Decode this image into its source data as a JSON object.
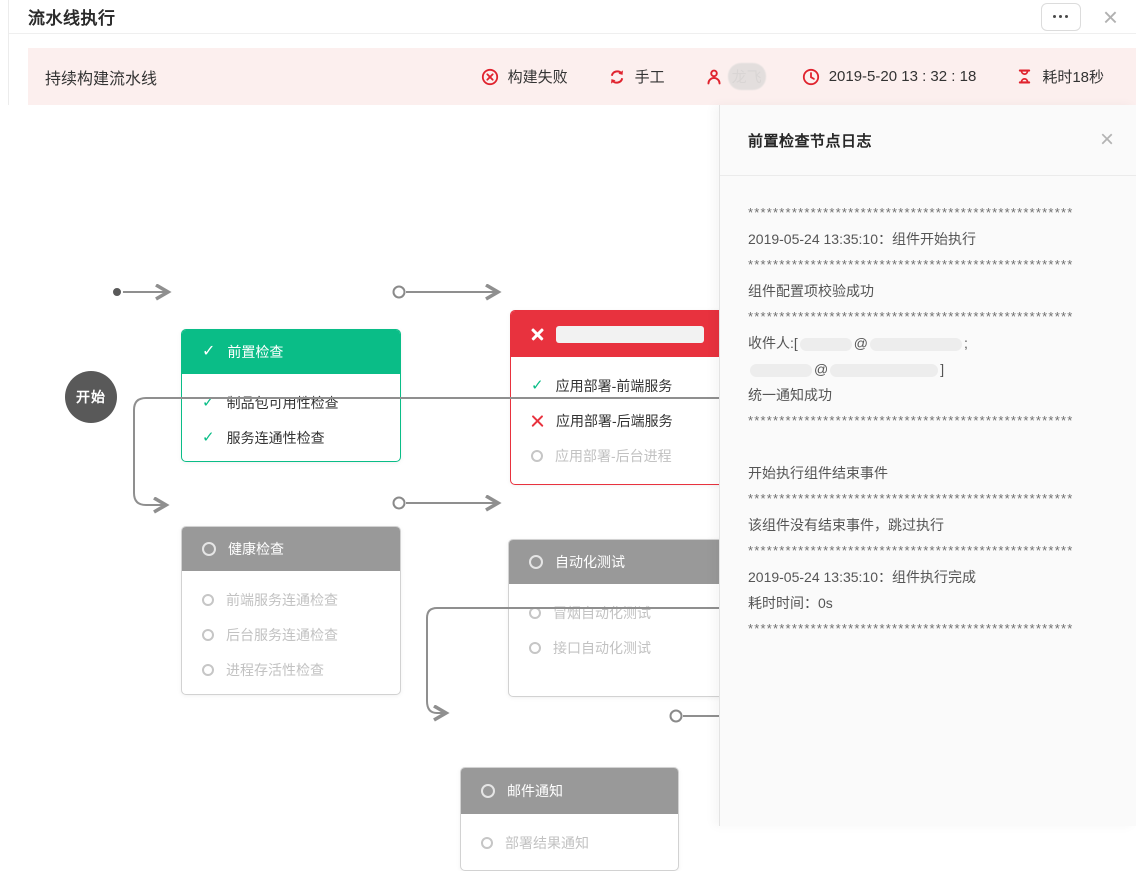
{
  "window": {
    "title": "流水线执行",
    "icons": {
      "more": "ellipsis-icon",
      "close": "close-icon"
    }
  },
  "status_bar": {
    "pipeline_name": "持续构建流水线",
    "result": {
      "label": "构建失败",
      "status": "failed",
      "icon": "circle-x-icon"
    },
    "trigger": {
      "label": "手工",
      "icon": "refresh-icon"
    },
    "user": {
      "name": "龙飞",
      "censored": true,
      "icon": "person-icon"
    },
    "time": {
      "label": "2019-5-20 13 : 32 : 18",
      "icon": "clock-icon"
    },
    "duration": {
      "label": "耗时18秒",
      "icon": "hourglass-icon"
    }
  },
  "flow": {
    "start_label": "开始",
    "nodes": [
      {
        "id": "precheck",
        "title": "前置检查",
        "status": "success",
        "items": [
          {
            "label": "制品包可用性检查",
            "status": "success"
          },
          {
            "label": "服务连通性检查",
            "status": "success"
          }
        ]
      },
      {
        "id": "deploy",
        "title": "",
        "title_censored": true,
        "status": "failed",
        "items": [
          {
            "label": "应用部署-前端服务",
            "status": "success"
          },
          {
            "label": "应用部署-后端服务",
            "status": "failed"
          },
          {
            "label": "应用部署-后台进程",
            "status": "pending"
          }
        ]
      },
      {
        "id": "health",
        "title": "健康检查",
        "status": "pending",
        "items": [
          {
            "label": "前端服务连通检查",
            "status": "pending"
          },
          {
            "label": "后台服务连通检查",
            "status": "pending"
          },
          {
            "label": "进程存活性检查",
            "status": "pending"
          }
        ]
      },
      {
        "id": "autotest",
        "title": "自动化测试",
        "status": "pending",
        "items": [
          {
            "label": "冒烟自动化测试",
            "status": "pending"
          },
          {
            "label": "接口自动化测试",
            "status": "pending"
          }
        ]
      },
      {
        "id": "mail",
        "title": "邮件通知",
        "status": "pending",
        "items": [
          {
            "label": "部署结果通知",
            "status": "pending"
          }
        ]
      }
    ]
  },
  "log_panel": {
    "title": "前置检查节点日志",
    "stars": "****************************************************",
    "lines": [
      {
        "t": "stars"
      },
      {
        "t": "text",
        "v": "2019-05-24 13:35:10：组件开始执行"
      },
      {
        "t": "stars"
      },
      {
        "t": "text",
        "v": "组件配置项校验成功"
      },
      {
        "t": "stars"
      },
      {
        "t": "mix",
        "parts": [
          {
            "v": "收件人:["
          },
          {
            "r": 52
          },
          {
            "v": "@"
          },
          {
            "r": 92
          },
          {
            "v": ";"
          }
        ]
      },
      {
        "t": "mix",
        "parts": [
          {
            "r": 62
          },
          {
            "v": "@"
          },
          {
            "r": 108
          },
          {
            "v": "]"
          }
        ]
      },
      {
        "t": "text",
        "v": "统一通知成功"
      },
      {
        "t": "stars"
      },
      {
        "t": "blank"
      },
      {
        "t": "text",
        "v": "开始执行组件结束事件"
      },
      {
        "t": "stars"
      },
      {
        "t": "text",
        "v": "该组件没有结束事件，跳过执行"
      },
      {
        "t": "stars"
      },
      {
        "t": "text",
        "v": "2019-05-24 13:35:10：组件执行完成"
      },
      {
        "t": "text",
        "v": "耗时时间：0s"
      },
      {
        "t": "stars"
      }
    ]
  },
  "colors": {
    "accent_red": "#e0232e",
    "node_red": "#e8323e",
    "node_green": "#0abd87",
    "node_gray": "#999999",
    "status_bar_bg": "#fcefee",
    "line_gray": "#8f8f8f"
  }
}
